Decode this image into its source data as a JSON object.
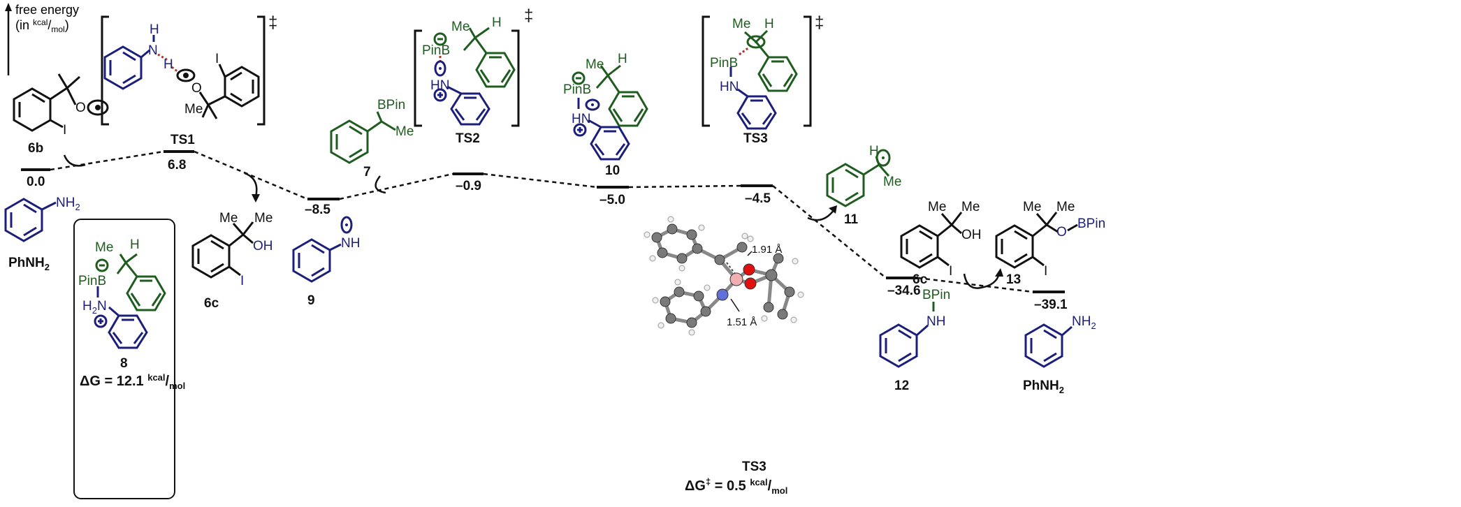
{
  "axis": {
    "label_line1": "free energy",
    "label_line2_prefix": "(in ",
    "label_unit_num": "kcal",
    "label_unit_den": "mol",
    "label_close": ")"
  },
  "colors": {
    "black": "#111111",
    "green": "#1f5c1f",
    "blue": "#1b1f7a",
    "red": "#b0342c"
  },
  "levels": [
    {
      "id": "start",
      "energy": "0.0"
    },
    {
      "id": "TS1",
      "energy": "6.8"
    },
    {
      "id": "int9",
      "energy": "–8.5"
    },
    {
      "id": "TS2",
      "energy": "–0.9"
    },
    {
      "id": "int10",
      "energy": "–5.0"
    },
    {
      "id": "TS3",
      "energy": "–4.5"
    },
    {
      "id": "int12",
      "energy": "–34.6"
    },
    {
      "id": "end",
      "energy": "–39.1"
    }
  ],
  "labels": {
    "c6b": "6b",
    "ts1": "TS1",
    "ts2": "TS2",
    "ts3_top": "TS3",
    "c7": "7",
    "c10": "10",
    "c11": "11",
    "c9": "9",
    "c6c_a": "6c",
    "c6c_b": "6c",
    "c13": "13",
    "c12": "12",
    "phnh2_a": "PhNH",
    "phnh2_b": "PhNH",
    "sub2": "2",
    "c8": "8",
    "dagger": "‡",
    "ts3_bottom": "TS3"
  },
  "atoms": {
    "me": "Me",
    "h": "H",
    "n": "N",
    "o": "O",
    "oh": "OH",
    "i": "I",
    "pinb": "PinB",
    "bpin": "BPin",
    "hn": "HN",
    "nh": "NH",
    "nh2": "NH",
    "h2n": "H",
    "two": "2"
  },
  "box8": {
    "dg_prefix": "ΔG = 12.1 ",
    "unit_num": "kcal",
    "unit_den": "mol"
  },
  "ts3_barrier": {
    "prefix": "ΔG",
    "dagger": "‡",
    "value": " = 0.5 ",
    "unit_num": "kcal",
    "unit_den": "mol"
  },
  "distances": {
    "d1": "1.91 Å",
    "d2": "1.51 Å"
  }
}
